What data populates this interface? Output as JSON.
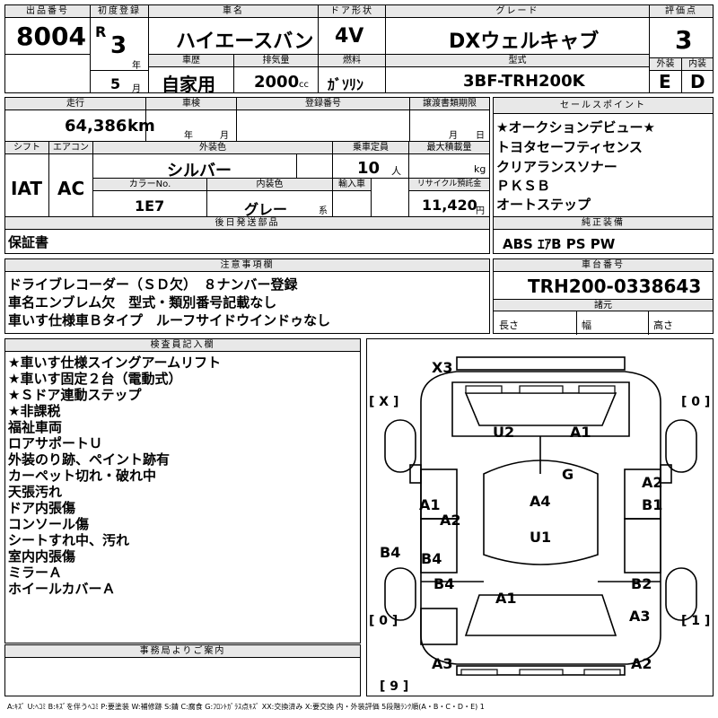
{
  "header": {
    "lot_no_label": "出品番号",
    "lot_no": "8004",
    "first_reg_label": "初度登録",
    "era": "R",
    "year": "3",
    "year_unit": "年",
    "month": "5",
    "month_unit": "月",
    "car_name_label": "車名",
    "car_name": "ハイエースバン",
    "history_label": "車歴",
    "history": "自家用",
    "displacement_label": "排気量",
    "displacement": "2000",
    "cc": "cc",
    "door_label": "ドア形状",
    "door": "4V",
    "fuel_label": "燃料",
    "fuel": "ｶﾞｿﾘﾝ",
    "grade_label": "グレード",
    "grade": "DXウェルキャブ",
    "model_label": "型式",
    "model": "3BF-TRH200K",
    "score_label": "評価点",
    "score": "3",
    "exterior_label": "外装",
    "exterior": "E",
    "interior_label": "内装",
    "interior": "D"
  },
  "row2": {
    "mileage_label": "走行",
    "mileage": "64,386",
    "km": "km",
    "inspection_label": "車検",
    "insp_year": "年",
    "insp_month": "月",
    "reg_no_label": "登録番号",
    "transfer_label": "譲渡書類期限",
    "transfer_month": "月",
    "transfer_day": "日",
    "shift_label": "シフト",
    "shift": "IAT",
    "ac_label": "エアコン",
    "ac": "AC",
    "ext_color_label": "外装色",
    "ext_color": "シルバー",
    "capacity_label": "乗車定員",
    "capacity": "10",
    "capacity_unit": "人",
    "max_load_label": "最大積載量",
    "max_load_unit": "kg",
    "color_no_label": "カラーNo.",
    "color_no": "1E7",
    "int_color_label": "内装色",
    "int_color": "グレー",
    "int_color_unit": "系",
    "import_label": "輸入車",
    "recycle_label": "リサイクル預託金",
    "recycle": "11,420",
    "recycle_unit": "円"
  },
  "sales_points": {
    "label": "セールスポイント",
    "items": [
      "★オークションデビュー★",
      "トヨタセーフティセンス",
      "クリアランスソナー",
      "ＰＫＳＢ",
      "オートステップ"
    ]
  },
  "genuine_equipment": {
    "label": "純正装備",
    "value": "ABS ｴｱB PS PW"
  },
  "later_parts": {
    "label": "後日発送部品",
    "value": "保証書"
  },
  "notes": {
    "label": "注意事項欄",
    "items": [
      "ドライブレコーダー（ＳＤ欠）　８ナンバー登録",
      "車名エンブレム欠　型式・類別番号記載なし",
      "車いす仕様車Ｂタイプ　ルーフサイドウインドゥなし"
    ]
  },
  "chassis": {
    "label": "車台番号",
    "value": "TRH200-0338643",
    "specs_label": "諸元",
    "length": "長さ",
    "width": "幅",
    "height": "高さ"
  },
  "inspector": {
    "label": "検査員記入欄",
    "items": [
      "★車いす仕様スイングアームリフト",
      "★車いす固定２台（電動式）",
      "★Ｓドア連動ステップ",
      "★非課税",
      "福祉車両",
      "ロアサポートＵ",
      "外装のり跡、ペイント跡有",
      "カーペット切れ・破れ中",
      "天張汚れ",
      "ドア内張傷",
      "コンソール傷",
      "シートすれ中、汚れ",
      "室内内張傷",
      "ミラーＡ",
      "ホイールカバーＡ"
    ]
  },
  "office": {
    "label": "事務局よりご案内"
  },
  "diagram": {
    "x3_top": "X3",
    "bracket_left_top": "[ X ]",
    "bracket_right_top": "[ 0 ]",
    "u2": "U2",
    "a1_top": "A1",
    "g": "G",
    "a2_right": "A2",
    "b1_right": "B1",
    "a1_left": "A1",
    "a2_left": "A2",
    "a4": "A4",
    "u1": "U1",
    "b4_outer": "B4",
    "b4_inner": "B4",
    "b4_lower": "B4",
    "b2_right": "B2",
    "a1_bottom": "A1",
    "a3_right": "A3",
    "bracket_left_bottom": "[ 0 ]",
    "bracket_right_bottom": "[ 1 ]",
    "a3_bottom_left": "A3",
    "a2_bottom_right": "A2",
    "bracket_bottom": "[ 9 ]"
  },
  "legend": "A:ｷｽﾞ U:ﾍｺﾐ B:ｷｽﾞを伴うﾍｺﾐ P:要塗装 W:補修跡 S:錆 C:腐食 G:ﾌﾛﾝﾄｶﾞﾗｽ点ｷｽﾞ XX:交換済み X:要交換 内・外装評価 5段階ﾗﾝｸ順(A・B・C・D・E) 1"
}
